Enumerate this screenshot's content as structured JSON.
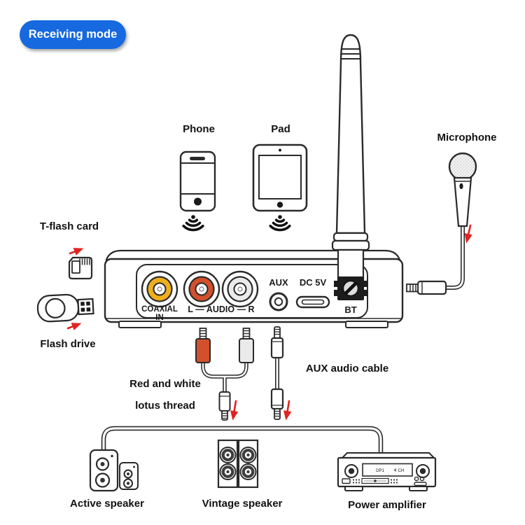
{
  "mode_badge": {
    "label": "Receiving mode",
    "bg_color": "#1669df",
    "text_color": "#ffffff"
  },
  "labels": {
    "phone": "Phone",
    "pad": "Pad",
    "microphone": "Microphone",
    "tflash_card": "T-flash card",
    "flash_drive": "Flash drive",
    "lotus_line1": "Red and white",
    "lotus_line2": "lotus thread",
    "aux_cable": "AUX audio cable",
    "active_speaker": "Active speaker",
    "vintage_speaker": "Vintage speaker",
    "power_amplifier": "Power amplifier"
  },
  "receiver": {
    "ports": {
      "coaxial_line1": "COAXIAL",
      "coaxial_line2": "IN",
      "audio": "L — AUDIO — R",
      "aux": "AUX",
      "dc_power": "DC 5V",
      "bluetooth": "BT"
    },
    "port_colors": {
      "coaxial_yellow": "#efaf1c",
      "audio_left_red": "#d2502c",
      "audio_right_white": "#eaeaea"
    }
  },
  "amplifier_display": {
    "left_text": "DP1",
    "right_text": "CH"
  },
  "colors": {
    "line": "#2a2a2a",
    "arrow_red": "#e02420"
  }
}
